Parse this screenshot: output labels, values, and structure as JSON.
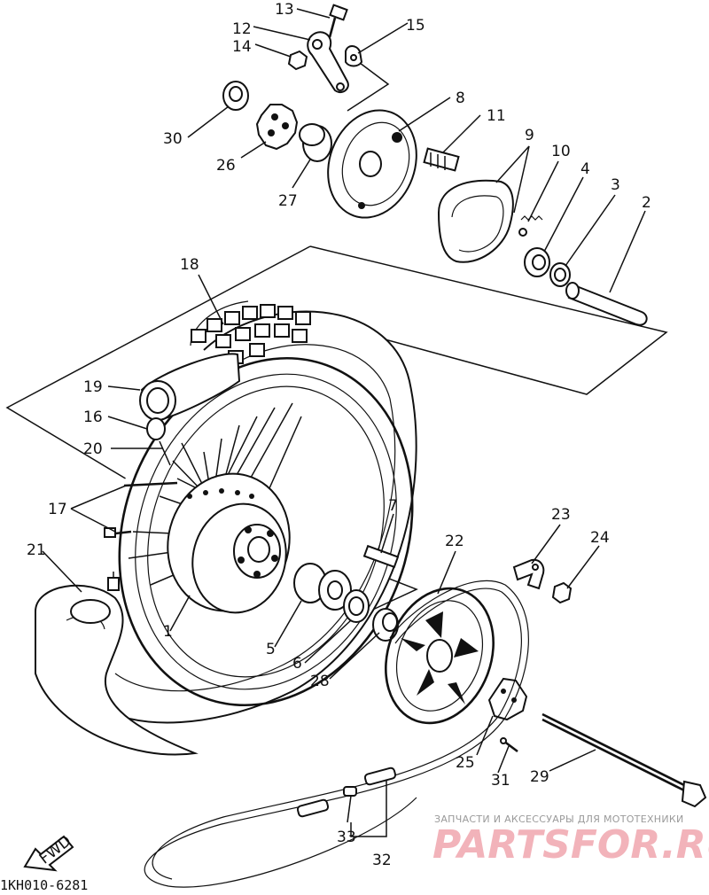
{
  "callouts": [
    "1",
    "2",
    "3",
    "4",
    "5",
    "6",
    "7",
    "8",
    "9",
    "10",
    "11",
    "12",
    "13",
    "14",
    "15",
    "16",
    "17",
    "18",
    "19",
    "20",
    "21",
    "22",
    "23",
    "24",
    "25",
    "26",
    "27",
    "28",
    "29",
    "30",
    "31",
    "32",
    "33"
  ],
  "fwd_label": "FWD",
  "diagram_code": "1KH010-6281",
  "watermark": {
    "tagline": "ЗАПЧАСТИ И АКСЕССУАРЫ ДЛЯ МОТОТЕХНИКИ",
    "brand": "PARTSFOR.RU"
  }
}
